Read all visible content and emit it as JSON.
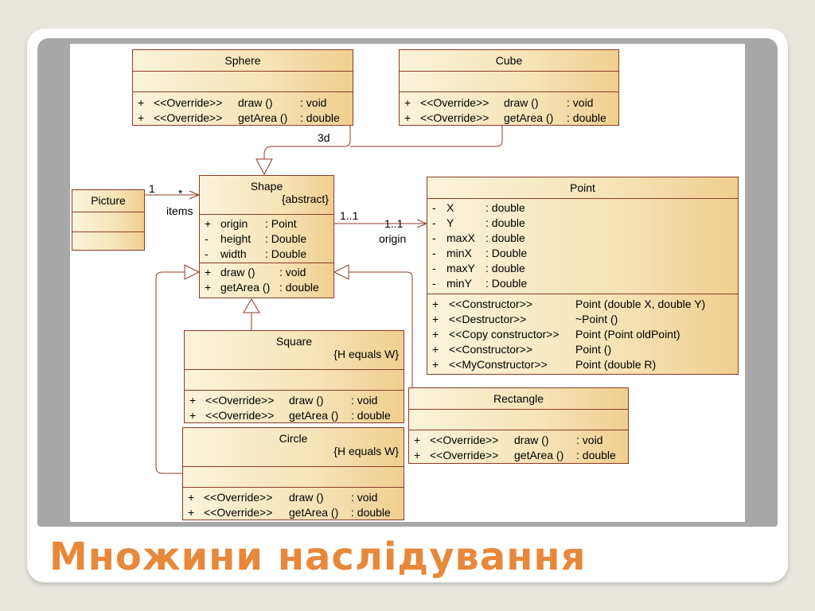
{
  "slide_title": "Множини наслідування",
  "classes": {
    "sphere": {
      "name": "Sphere",
      "ops": [
        {
          "vis": "+",
          "stereo": "<<Override>>",
          "name": "draw ()",
          "type": ": void"
        },
        {
          "vis": "+",
          "stereo": "<<Override>>",
          "name": "getArea ()",
          "type": ": double"
        }
      ]
    },
    "cube": {
      "name": "Cube",
      "ops": [
        {
          "vis": "+",
          "stereo": "<<Override>>",
          "name": "draw ()",
          "type": ": void"
        },
        {
          "vis": "+",
          "stereo": "<<Override>>",
          "name": "getArea ()",
          "type": ": double"
        }
      ]
    },
    "picture": {
      "name": "Picture"
    },
    "shape": {
      "name": "Shape",
      "constraint": "{abstract}",
      "attrs": [
        {
          "vis": "+",
          "name": "origin",
          "type": ": Point"
        },
        {
          "vis": "-",
          "name": "height",
          "type": ": Double"
        },
        {
          "vis": "-",
          "name": "width",
          "type": ": Double"
        }
      ],
      "ops": [
        {
          "vis": "+",
          "name": "draw ()",
          "type": ": void"
        },
        {
          "vis": "+",
          "name": "getArea ()",
          "type": ": double"
        }
      ]
    },
    "point": {
      "name": "Point",
      "attrs": [
        {
          "vis": "-",
          "name": "X",
          "type": ": double"
        },
        {
          "vis": "-",
          "name": "Y",
          "type": ": double"
        },
        {
          "vis": "-",
          "name": "maxX",
          "type": ": double"
        },
        {
          "vis": "-",
          "name": "minX",
          "type": ": Double"
        },
        {
          "vis": "-",
          "name": "maxY",
          "type": ": double"
        },
        {
          "vis": "-",
          "name": "minY",
          "type": ": Double"
        }
      ],
      "ops": [
        {
          "vis": "+",
          "stereo": "<<Constructor>>",
          "sig": "Point (double X, double Y)"
        },
        {
          "vis": "+",
          "stereo": "<<Destructor>>",
          "sig": "~Point ()"
        },
        {
          "vis": "+",
          "stereo": "<<Copy constructor>>",
          "sig": "Point (Point oldPoint)"
        },
        {
          "vis": "+",
          "stereo": "<<Constructor>>",
          "sig": "Point ()"
        },
        {
          "vis": "+",
          "stereo": "<<MyConstructor>>",
          "sig": "Point (double R)"
        }
      ]
    },
    "square": {
      "name": "Square",
      "constraint": "{H equals W}",
      "ops": [
        {
          "vis": "+",
          "stereo": "<<Override>>",
          "name": "draw ()",
          "type": ": void"
        },
        {
          "vis": "+",
          "stereo": "<<Override>>",
          "name": "getArea ()",
          "type": ": double"
        }
      ]
    },
    "circle": {
      "name": "Circle",
      "constraint": "{H equals W}",
      "ops": [
        {
          "vis": "+",
          "stereo": "<<Override>>",
          "name": "draw ()",
          "type": ": void"
        },
        {
          "vis": "+",
          "stereo": "<<Override>>",
          "name": "getArea ()",
          "type": ": double"
        }
      ]
    },
    "rectangle": {
      "name": "Rectangle",
      "ops": [
        {
          "vis": "+",
          "stereo": "<<Override>>",
          "name": "draw ()",
          "type": ": void"
        },
        {
          "vis": "+",
          "stereo": "<<Override>>",
          "name": "getArea ()",
          "type": ": double"
        }
      ]
    }
  },
  "labels": {
    "threed": "3d",
    "pic_mult_1": "1",
    "pic_mult_many": "*",
    "items": "items",
    "point_mult_src": "1..1",
    "point_mult_dst": "1..1",
    "origin": "origin"
  },
  "colors": {
    "line": "#8c3c28",
    "title": "#e8883a",
    "fill_light": "#fbf3da",
    "fill_dark": "#efcf8e"
  }
}
